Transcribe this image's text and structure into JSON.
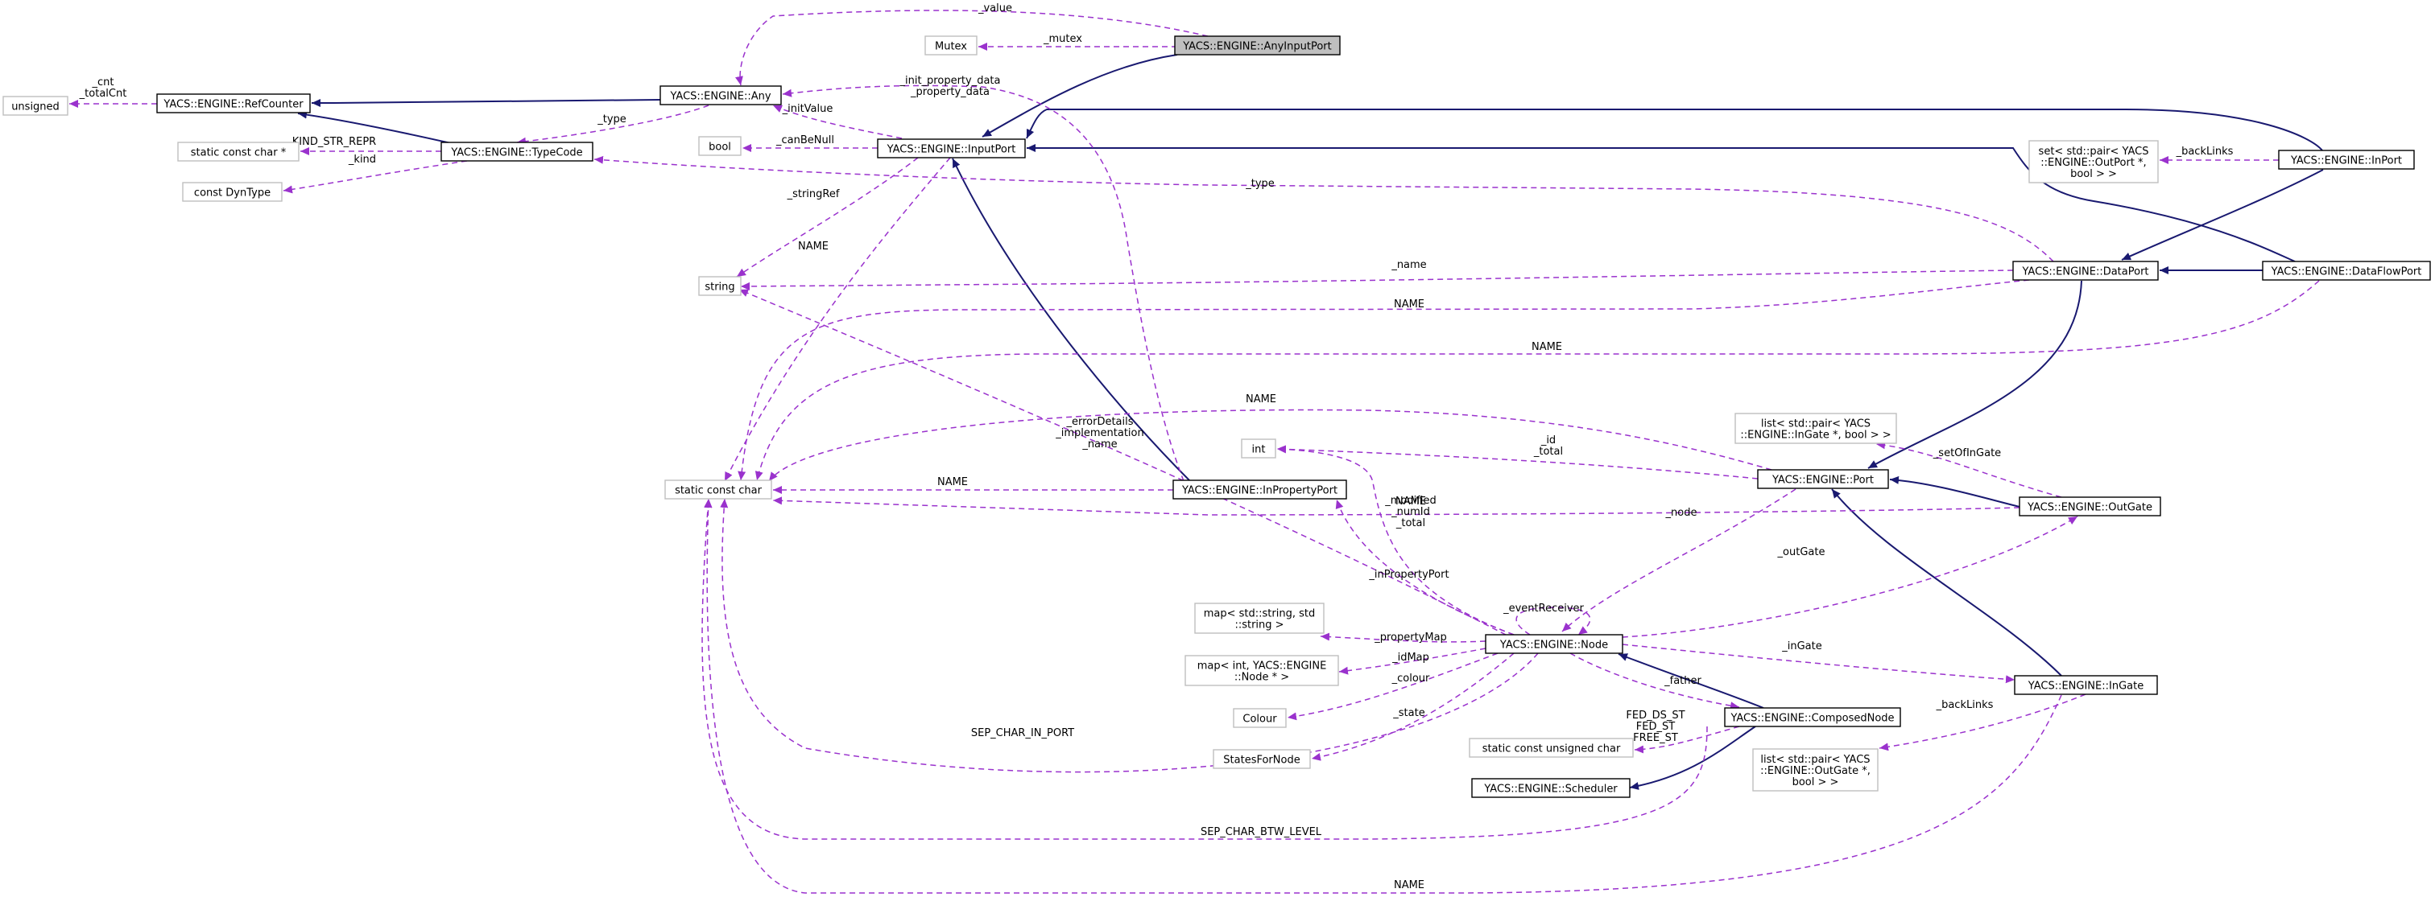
{
  "diagram": {
    "colors": {
      "inherit": "#191970",
      "member": "#9a32cd",
      "external_border": "#bfbfbf",
      "focus_fill": "#bfbfbf"
    },
    "nodes": [
      {
        "id": "unsigned",
        "label": [
          "unsigned"
        ],
        "kind": "external"
      },
      {
        "id": "refcounter",
        "label": [
          "YACS::ENGINE::RefCounter"
        ],
        "kind": "class"
      },
      {
        "id": "scc_ptr",
        "label": [
          "static const char *"
        ],
        "kind": "external"
      },
      {
        "id": "dyntype",
        "label": [
          "const DynType"
        ],
        "kind": "external"
      },
      {
        "id": "typecode",
        "label": [
          "YACS::ENGINE::TypeCode"
        ],
        "kind": "class"
      },
      {
        "id": "any",
        "label": [
          "YACS::ENGINE::Any"
        ],
        "kind": "class"
      },
      {
        "id": "mutex",
        "label": [
          "Mutex"
        ],
        "kind": "external"
      },
      {
        "id": "anyinputport",
        "label": [
          "YACS::ENGINE::AnyInputPort"
        ],
        "kind": "focus"
      },
      {
        "id": "bool",
        "label": [
          "bool"
        ],
        "kind": "external"
      },
      {
        "id": "inputport",
        "label": [
          "YACS::ENGINE::InputPort"
        ],
        "kind": "class"
      },
      {
        "id": "string",
        "label": [
          "string"
        ],
        "kind": "external"
      },
      {
        "id": "scc",
        "label": [
          "static const char"
        ],
        "kind": "external"
      },
      {
        "id": "inport",
        "label": [
          "YACS::ENGINE::InPort"
        ],
        "kind": "class"
      },
      {
        "id": "setpair",
        "label": [
          "set< std::pair< YACS",
          "::ENGINE::OutPort *,",
          "bool > >"
        ],
        "kind": "external"
      },
      {
        "id": "dataport",
        "label": [
          "YACS::ENGINE::DataPort"
        ],
        "kind": "class"
      },
      {
        "id": "dataflowport",
        "label": [
          "YACS::ENGINE::DataFlowPort"
        ],
        "kind": "class"
      },
      {
        "id": "listpair_in",
        "label": [
          "list< std::pair< YACS",
          "::ENGINE::InGate *, bool > >"
        ],
        "kind": "external"
      },
      {
        "id": "int",
        "label": [
          "int"
        ],
        "kind": "external"
      },
      {
        "id": "port",
        "label": [
          "YACS::ENGINE::Port"
        ],
        "kind": "class"
      },
      {
        "id": "outgate",
        "label": [
          "YACS::ENGINE::OutGate"
        ],
        "kind": "class"
      },
      {
        "id": "inpropertyport",
        "label": [
          "YACS::ENGINE::InPropertyPort"
        ],
        "kind": "class"
      },
      {
        "id": "mapstr",
        "label": [
          "map< std::string, std",
          "::string >"
        ],
        "kind": "external"
      },
      {
        "id": "mapint",
        "label": [
          "map< int, YACS::ENGINE",
          "::Node * >"
        ],
        "kind": "external"
      },
      {
        "id": "colour",
        "label": [
          "Colour"
        ],
        "kind": "external"
      },
      {
        "id": "statesfornode",
        "label": [
          "StatesForNode"
        ],
        "kind": "external"
      },
      {
        "id": "node",
        "label": [
          "YACS::ENGINE::Node"
        ],
        "kind": "class"
      },
      {
        "id": "ingate",
        "label": [
          "YACS::ENGINE::InGate"
        ],
        "kind": "class"
      },
      {
        "id": "scuc",
        "label": [
          "static const unsigned char"
        ],
        "kind": "external"
      },
      {
        "id": "composednode",
        "label": [
          "YACS::ENGINE::ComposedNode"
        ],
        "kind": "class"
      },
      {
        "id": "listpair_out",
        "label": [
          "list< std::pair< YACS",
          "::ENGINE::OutGate *,",
          "bool > >"
        ],
        "kind": "external"
      },
      {
        "id": "scheduler",
        "label": [
          "YACS::ENGINE::Scheduler"
        ],
        "kind": "class"
      }
    ],
    "edges": [
      {
        "id": "e-anyinputport-inputport",
        "type": "inherit",
        "label": []
      },
      {
        "id": "e-inputport-inport",
        "type": "inherit",
        "label": []
      },
      {
        "id": "e-inputport-dataflowport",
        "type": "inherit",
        "label": []
      },
      {
        "id": "e-inport-dataport",
        "type": "inherit",
        "label": []
      },
      {
        "id": "e-dataflowport-dataport",
        "type": "inherit",
        "label": []
      },
      {
        "id": "e-dataport-port",
        "type": "inherit",
        "label": []
      },
      {
        "id": "e-outgate-port",
        "type": "inherit",
        "label": []
      },
      {
        "id": "e-ingate-port",
        "type": "inherit",
        "label": []
      },
      {
        "id": "e-inpropertyport-inputport",
        "type": "inherit",
        "label": []
      },
      {
        "id": "e-any-refcounter",
        "type": "inherit",
        "label": []
      },
      {
        "id": "e-typecode-refcounter",
        "type": "inherit",
        "label": []
      },
      {
        "id": "e-composednode-node",
        "type": "inherit",
        "label": []
      },
      {
        "id": "e-composednode-scheduler",
        "type": "inherit",
        "label": []
      },
      {
        "id": "e-anyinputport-any",
        "type": "member",
        "label": [
          "_value"
        ]
      },
      {
        "id": "e-anyinputport-mutex",
        "type": "member",
        "label": [
          "_mutex"
        ]
      },
      {
        "id": "e-refcounter-unsigned",
        "type": "member",
        "label": [
          "_cnt",
          "_totalCnt"
        ]
      },
      {
        "id": "e-typecode-scc_ptr",
        "type": "member",
        "label": [
          "KIND_STR_REPR"
        ]
      },
      {
        "id": "e-typecode-dyntype",
        "type": "member",
        "label": [
          "_kind"
        ]
      },
      {
        "id": "e-any-typecode",
        "type": "member",
        "label": [
          "_type"
        ]
      },
      {
        "id": "e-inputport-any",
        "type": "member",
        "label": [
          "_initValue"
        ]
      },
      {
        "id": "e-inpropertyport-any",
        "type": "member",
        "label": [
          "_init_property_data",
          "_property_data"
        ]
      },
      {
        "id": "e-inputport-bool",
        "type": "member",
        "label": [
          "_canBeNull"
        ]
      },
      {
        "id": "e-inputport-string",
        "type": "member",
        "label": [
          "_stringRef"
        ]
      },
      {
        "id": "e-inputport-scc",
        "type": "member",
        "label": [
          "NAME"
        ]
      },
      {
        "id": "e-inport-setpair",
        "type": "member",
        "label": [
          "_backLinks"
        ]
      },
      {
        "id": "e-dataport-typecode",
        "type": "member",
        "label": [
          "_type"
        ]
      },
      {
        "id": "e-dataport-string",
        "type": "member",
        "label": [
          "_name"
        ]
      },
      {
        "id": "e-dataport-scc",
        "type": "member",
        "label": [
          "NAME"
        ]
      },
      {
        "id": "e-dataflowport-scc",
        "type": "member",
        "label": [
          "NAME"
        ]
      },
      {
        "id": "e-port-scc",
        "type": "member",
        "label": [
          "NAME"
        ]
      },
      {
        "id": "e-node-string",
        "type": "member",
        "label": [
          "_errorDetails",
          "_implementation",
          "_name"
        ]
      },
      {
        "id": "e-port-int",
        "type": "member",
        "label": [
          "_id",
          "_total"
        ]
      },
      {
        "id": "e-outgate-listpair_in",
        "type": "member",
        "label": [
          "_setOfInGate"
        ]
      },
      {
        "id": "e-inpropertyport-scc",
        "type": "member",
        "label": [
          "NAME"
        ]
      },
      {
        "id": "e-outgate-scc",
        "type": "member",
        "label": [
          "NAME"
        ]
      },
      {
        "id": "e-node-int",
        "type": "member",
        "label": [
          "_modified",
          "_numId",
          "_total"
        ]
      },
      {
        "id": "e-port-node",
        "type": "member",
        "label": [
          "_node"
        ]
      },
      {
        "id": "e-node-outgate",
        "type": "member",
        "label": [
          "_outGate"
        ]
      },
      {
        "id": "e-node-inpropertyport",
        "type": "member",
        "label": [
          "_inPropertyPort"
        ]
      },
      {
        "id": "e-node-self",
        "type": "member",
        "label": [
          "_eventReceiver"
        ]
      },
      {
        "id": "e-node-mapstr",
        "type": "member",
        "label": [
          "_propertyMap"
        ]
      },
      {
        "id": "e-node-mapint",
        "type": "member",
        "label": [
          "_idMap"
        ]
      },
      {
        "id": "e-node-colour",
        "type": "member",
        "label": [
          "_colour"
        ]
      },
      {
        "id": "e-node-statesfornode",
        "type": "member",
        "label": [
          "_state"
        ]
      },
      {
        "id": "e-node-ingate",
        "type": "member",
        "label": [
          "_inGate"
        ]
      },
      {
        "id": "e-node-composednode",
        "type": "member",
        "label": [
          "_father"
        ]
      },
      {
        "id": "e-node-scc",
        "type": "member",
        "label": [
          "SEP_CHAR_IN_PORT"
        ]
      },
      {
        "id": "e-composednode-scuc",
        "type": "member",
        "label": [
          "FED_DS_ST",
          "FED_ST",
          "FREE_ST"
        ]
      },
      {
        "id": "e-composednode-scc",
        "type": "member",
        "label": [
          "SEP_CHAR_BTW_LEVEL"
        ]
      },
      {
        "id": "e-ingate-listpair_out",
        "type": "member",
        "label": [
          "_backLinks"
        ]
      },
      {
        "id": "e-ingate-scc",
        "type": "member",
        "label": [
          "NAME"
        ]
      }
    ]
  }
}
